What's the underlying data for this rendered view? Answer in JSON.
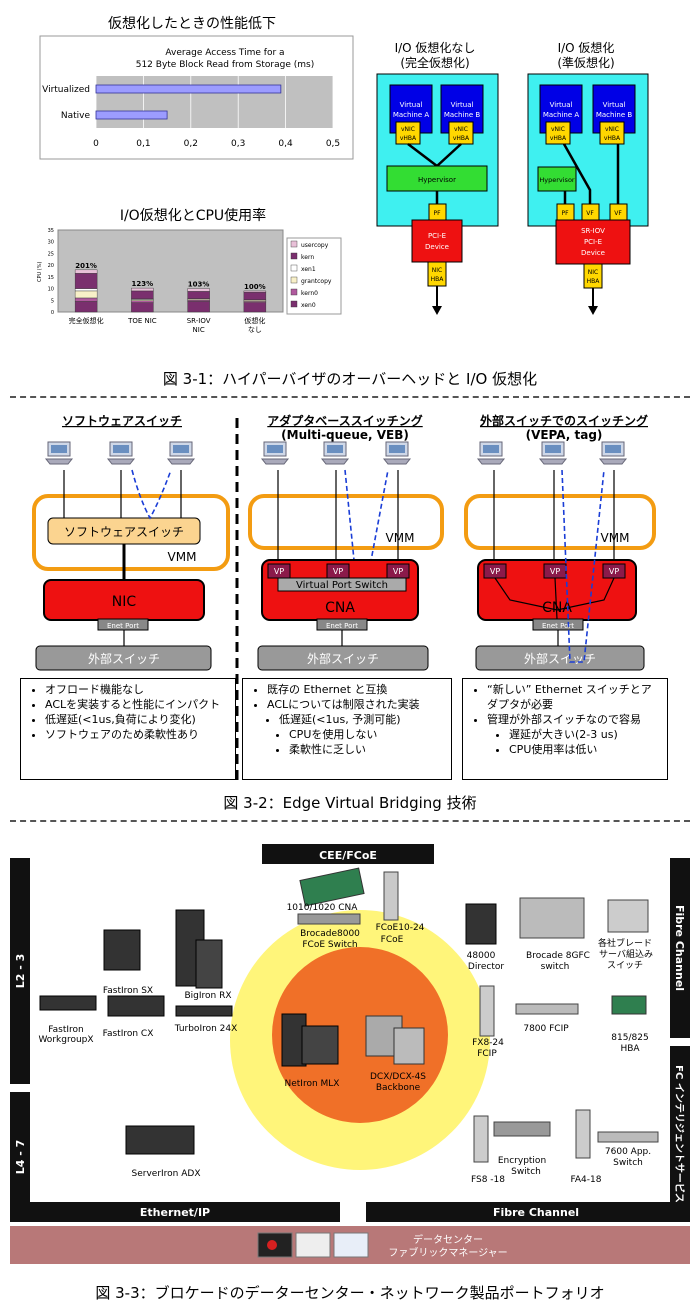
{
  "fig1": {
    "chart1_title": "仮想化したときの性能低下",
    "chart1_inner_title_1": "Average Access Time for a",
    "chart1_inner_title_2": "512 Byte Block Read from Storage (ms)",
    "chart2_title": "I/O仮想化とCPU使用率",
    "chart2_ylabel": "CPU (%)",
    "io_nonvirt_title_1": "I/O 仮想化なし",
    "io_nonvirt_title_2": "(完全仮想化)",
    "io_para_title_1": "I/O 仮想化",
    "io_para_title_2": "(準仮想化)",
    "vm_a_1": "Virtual",
    "vm_a_2": "Machine A",
    "vm_b_1": "Virtual",
    "vm_b_2": "Machine B",
    "vnic": "vNIC",
    "vhba": "vHBA",
    "hypervisor": "Hypervisor",
    "pf": "PF",
    "vf": "VF",
    "pcie_1": "PCI-E",
    "pcie_2": "Device",
    "sriov": "SR-IOV",
    "nic": "NIC",
    "hba": "HBA",
    "caption": "図 3-1：ハイパーバイザのオーバーヘッドと I/O 仮想化"
  },
  "chart_data": [
    {
      "type": "bar",
      "orientation": "horizontal",
      "title": "Average Access Time for a 512 Byte Block Read from Storage (ms)",
      "categories": [
        "Virtualized",
        "Native"
      ],
      "values": [
        0.39,
        0.15
      ],
      "xlim": [
        0,
        0.5
      ],
      "x_ticks": [
        "0",
        "0,1",
        "0,2",
        "0,3",
        "0,4",
        "0,5"
      ],
      "grid": true
    },
    {
      "type": "bar",
      "stacked": true,
      "title": "I/O仮想化とCPU使用率",
      "ylabel": "CPU (%)",
      "categories": [
        "完全仮想化",
        "TOE NIC",
        "SR-IOV NIC",
        "仮想化 なし"
      ],
      "category_lines": [
        [
          "完全仮想化"
        ],
        [
          "TOE NIC"
        ],
        [
          "SR-IOV",
          "NIC"
        ],
        [
          "仮想化",
          "なし"
        ]
      ],
      "data_labels": [
        "201%",
        "123%",
        "103%",
        "100%"
      ],
      "ylim": [
        0,
        35
      ],
      "y_ticks": [
        0,
        5,
        10,
        15,
        20,
        25,
        30,
        35
      ],
      "series": [
        {
          "name": "xen0",
          "color": "#7a2f6e",
          "values": [
            4.5,
            4.0,
            4.5,
            4.0
          ]
        },
        {
          "name": "kern0",
          "color": "#b05a9e",
          "values": [
            1.5,
            0.8,
            0.5,
            0.5
          ]
        },
        {
          "name": "grantcopy",
          "color": "#f8f0c8",
          "values": [
            3.0,
            0.5,
            0.5,
            0.5
          ]
        },
        {
          "name": "xen1",
          "color": "#ffffff",
          "values": [
            1.0,
            0.3,
            0.2,
            0.2
          ]
        },
        {
          "name": "kern",
          "color": "#7a2f6e",
          "values": [
            6.5,
            3.4,
            3.1,
            3.3
          ]
        },
        {
          "name": "usercopy",
          "color": "#e8c0d8",
          "values": [
            1.5,
            1.2,
            1.2,
            0.5
          ]
        }
      ]
    }
  ],
  "fig2": {
    "panels": [
      {
        "title": "ソフトウェアスイッチ",
        "subtitle": "",
        "inner_label": "ソフトウェアスイッチ",
        "vmm": "VMM",
        "device": "NIC",
        "port": "Enet Port",
        "ext_switch": "外部スイッチ",
        "bullets": [
          "オフロード機能なし",
          "ACLを実装すると性能にインパクト",
          "低遅延(<1us,負荷により変化)",
          "ソフトウェアのため柔軟性あり"
        ]
      },
      {
        "title": "アダプタベーススイッチング",
        "subtitle": "(Multi-queue, VEB)",
        "vp": "VP",
        "vps_label": "Virtual Port Switch",
        "vmm": "VMM",
        "device": "CNA",
        "port": "Enet Port",
        "ext_switch": "外部スイッチ",
        "bullets": [
          "既存の Ethernet と互換",
          "ACLについては制限された実装",
          "低遅延(<1us, 予測可能)",
          "CPUを使用しない",
          "柔軟性に乏しい"
        ]
      },
      {
        "title": "外部スイッチでのスイッチング",
        "subtitle": "(VEPA, tag)",
        "vp": "VP",
        "vmm": "VMM",
        "device": "CNA",
        "port": "Enet Port",
        "ext_switch": "外部スイッチ",
        "bullets": [
          "“新しい” Ethernet スイッチとアダプタが必要",
          "管理が外部スイッチなので容易",
          "遅延が大きい(2-3 us)",
          "CPU使用率は低い"
        ]
      }
    ],
    "caption": "図 3-2：Edge Virtual Bridging 技術"
  },
  "fig3": {
    "cee_label": "CEE/FCoE",
    "l23": "L2 - 3",
    "l47": "L4 - 7",
    "fc_side": "Fibre Channel",
    "fc_services": "FC インテリジェントサービス",
    "ethernet_ip": "Ethernet/IP",
    "fibre_channel": "Fibre Channel",
    "dcfm_1": "データセンター",
    "dcfm_2": "ファブリックマネージャー",
    "products": {
      "cna": "1010/1020 CNA",
      "fcoe_switch_1": "Brocade8000",
      "fcoe_switch_2": "FCoE Switch",
      "fcoe_blade_1": "FCoE10-24",
      "fcoe_blade_2": "FCoE",
      "fastiron_sx": "FastIron SX",
      "bigiron_rx": "BigIron RX",
      "fastiron_wg_1": "FastIron",
      "fastiron_wg_2": "WorkgroupX",
      "fastiron_cx": "FastIron CX",
      "turboiron": "TurboIron 24X",
      "netiron": "NetIron MLX",
      "dcx_1": "DCX/DCX-4S",
      "dcx_2": "Backbone",
      "director_1": "48000",
      "director_2": "Director",
      "brocade8gfc_1": "Brocade 8GFC",
      "brocade8gfc_2": "switch",
      "blade_1": "各社ブレード",
      "blade_2": "サーバ組込み",
      "blade_3": "スイッチ",
      "fx824_1": "FX8-24",
      "fx824_2": "FCIP",
      "fcip7800": "7800 FCIP",
      "hba_1": "815/825",
      "hba_2": "HBA",
      "serveriron": "ServerIron ADX",
      "fs818": "FS8 -18",
      "encryption_1": "Encryption",
      "encryption_2": "Switch",
      "fa418": "FA4-18",
      "app7600_1": "7600 App.",
      "app7600_2": "Switch"
    },
    "caption": "図 3-3：ブロケードのデーターセンター・ネットワーク製品ポートフォリオ"
  }
}
